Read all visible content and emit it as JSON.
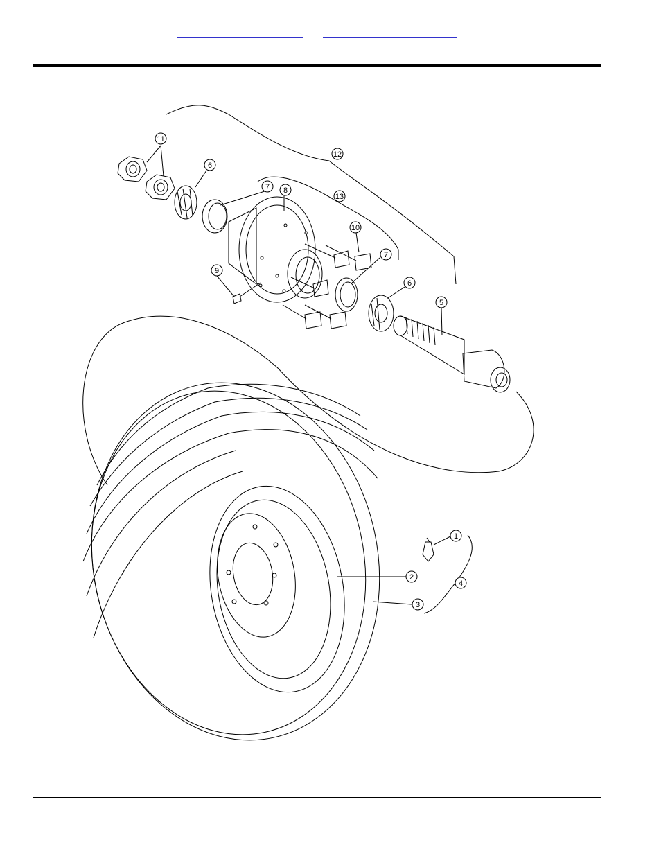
{
  "header": {
    "links": [
      {
        "label": ""
      },
      {
        "label": ""
      }
    ]
  },
  "diagram": {
    "callouts": [
      "1",
      "2",
      "3",
      "4",
      "5",
      "6",
      "6",
      "7",
      "7",
      "8",
      "9",
      "10",
      "11",
      "12",
      "13"
    ]
  },
  "colors": {
    "link": "#3333cc",
    "ink": "#000000"
  }
}
